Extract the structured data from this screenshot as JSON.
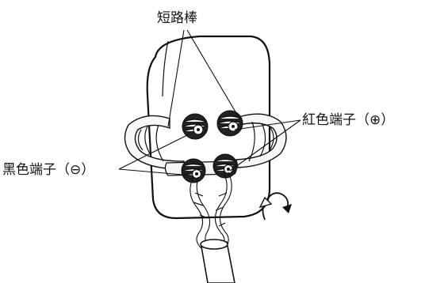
{
  "labels": {
    "shorting_bar": "短路棒",
    "red_terminal": "紅色端子（⊕）",
    "black_terminal": "黑色端子（⊖）"
  }
}
